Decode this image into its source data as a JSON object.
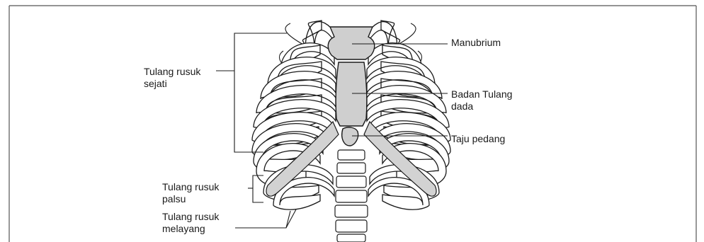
{
  "labels": {
    "manubrium": "Manubrium",
    "badan_line1": "Badan Tulang",
    "badan_line2": "dada",
    "taju": "Taju pedang",
    "sejati_line1": "Tulang rusuk",
    "sejati_line2": "sejati",
    "palsu_line1": "Tulang rusuk",
    "palsu_line2": "palsu",
    "melayang_line1": "Tulang rusuk",
    "melayang_line2": "melayang"
  },
  "colors": {
    "bone_fill": "#ffffff",
    "bone_stroke": "#1a1a1a",
    "sternum_fill": "#cfcfcf",
    "cartilage_fill": "#d2d2d2",
    "frame_border": "#555555"
  }
}
